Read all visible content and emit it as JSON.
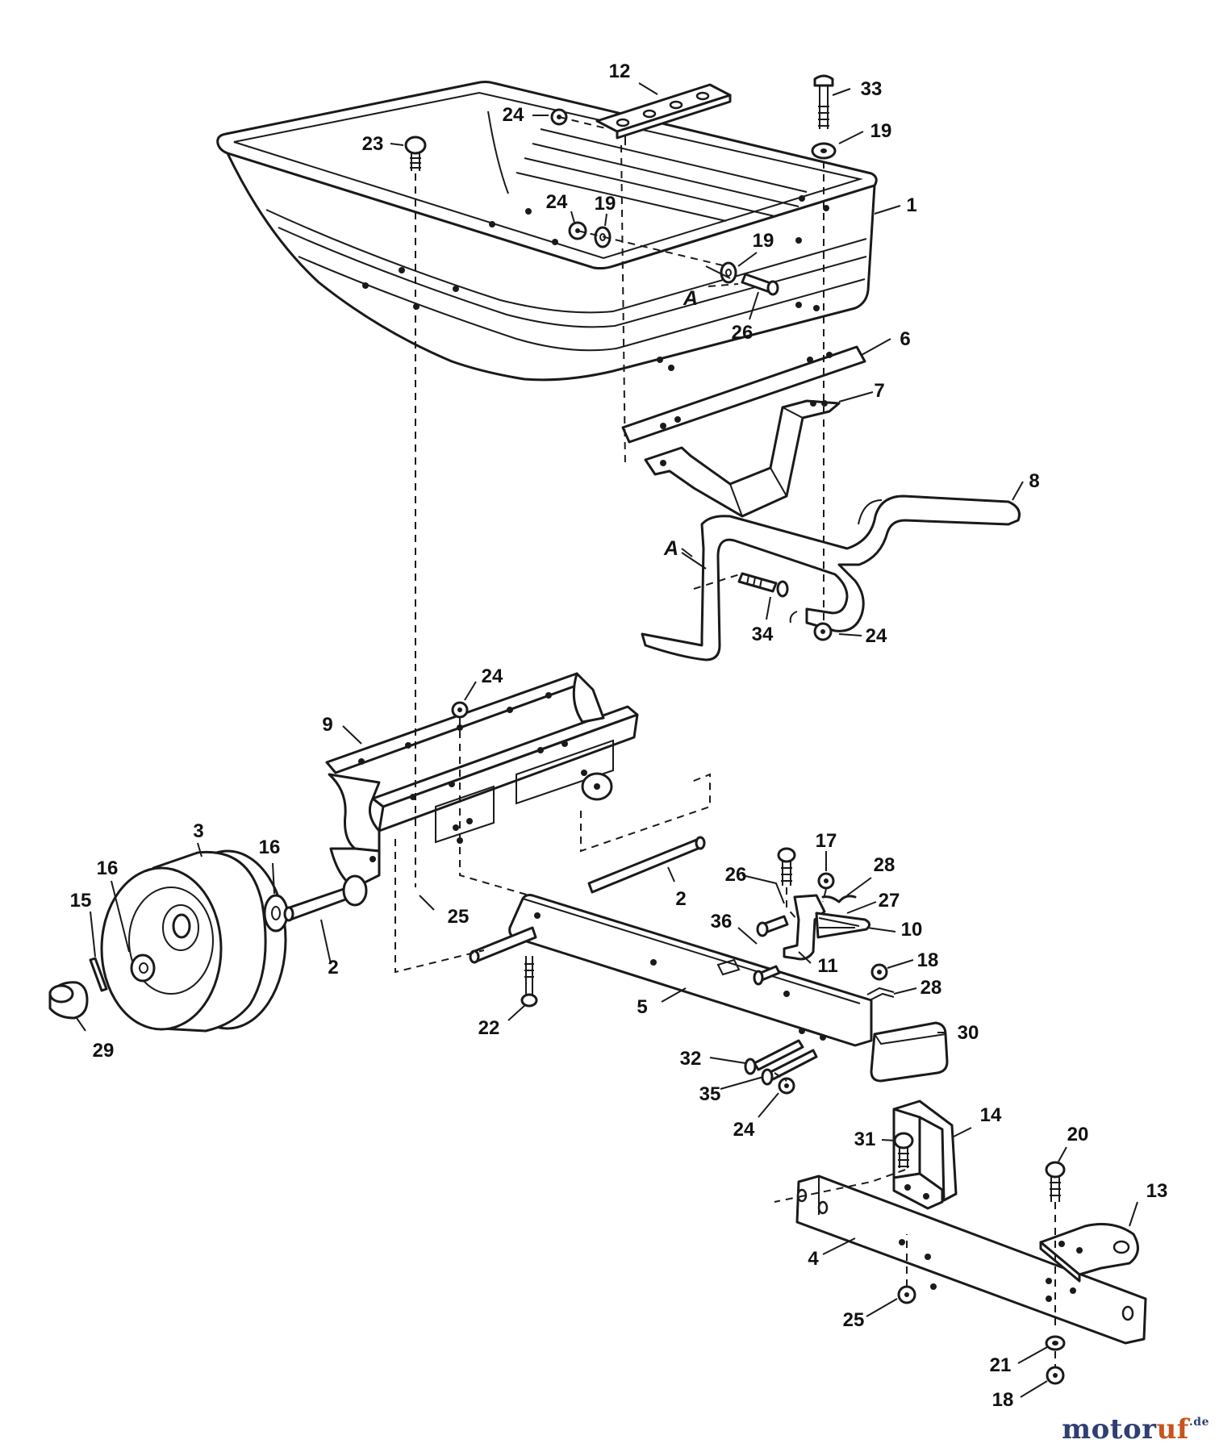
{
  "callouts": [
    {
      "id": "c12",
      "label": "12"
    },
    {
      "id": "c33",
      "label": "33"
    },
    {
      "id": "c24a",
      "label": "24"
    },
    {
      "id": "c19a",
      "label": "19"
    },
    {
      "id": "c23",
      "label": "23"
    },
    {
      "id": "c1",
      "label": "1"
    },
    {
      "id": "c24b",
      "label": "24"
    },
    {
      "id": "c19b",
      "label": "19"
    },
    {
      "id": "c19c",
      "label": "19"
    },
    {
      "id": "c26a",
      "label": "26"
    },
    {
      "id": "c6",
      "label": "6"
    },
    {
      "id": "c7",
      "label": "7"
    },
    {
      "id": "c8",
      "label": "8"
    },
    {
      "id": "c34",
      "label": "34"
    },
    {
      "id": "c24c",
      "label": "24"
    },
    {
      "id": "c24d",
      "label": "24"
    },
    {
      "id": "c9",
      "label": "9"
    },
    {
      "id": "c3",
      "label": "3"
    },
    {
      "id": "c16a",
      "label": "16"
    },
    {
      "id": "c16b",
      "label": "16"
    },
    {
      "id": "c15",
      "label": "15"
    },
    {
      "id": "c2a",
      "label": "2"
    },
    {
      "id": "c2b",
      "label": "2"
    },
    {
      "id": "c25a",
      "label": "25"
    },
    {
      "id": "c17",
      "label": "17"
    },
    {
      "id": "c28a",
      "label": "28"
    },
    {
      "id": "c26b",
      "label": "26"
    },
    {
      "id": "c27",
      "label": "27"
    },
    {
      "id": "c36",
      "label": "36"
    },
    {
      "id": "c10",
      "label": "10"
    },
    {
      "id": "c11",
      "label": "11"
    },
    {
      "id": "c18a",
      "label": "18"
    },
    {
      "id": "c28b",
      "label": "28"
    },
    {
      "id": "c29",
      "label": "29"
    },
    {
      "id": "c22",
      "label": "22"
    },
    {
      "id": "c5",
      "label": "5"
    },
    {
      "id": "c30",
      "label": "30"
    },
    {
      "id": "c32",
      "label": "32"
    },
    {
      "id": "c35",
      "label": "35"
    },
    {
      "id": "c24e",
      "label": "24"
    },
    {
      "id": "c14",
      "label": "14"
    },
    {
      "id": "c31",
      "label": "31"
    },
    {
      "id": "c20",
      "label": "20"
    },
    {
      "id": "c13",
      "label": "13"
    },
    {
      "id": "c4",
      "label": "4"
    },
    {
      "id": "c25b",
      "label": "25"
    },
    {
      "id": "c21",
      "label": "21"
    },
    {
      "id": "c18b",
      "label": "18"
    }
  ],
  "references": [
    {
      "id": "refA1",
      "label": "A"
    },
    {
      "id": "refA2",
      "label": "A"
    }
  ],
  "watermark": {
    "brand_main": "motor",
    "brand_accent": "uf",
    "brand_tld": ".de"
  },
  "colors": {
    "line": "#1a1a1a",
    "watermark_blue": "#2e3f73",
    "watermark_orange": "#c7541f"
  }
}
